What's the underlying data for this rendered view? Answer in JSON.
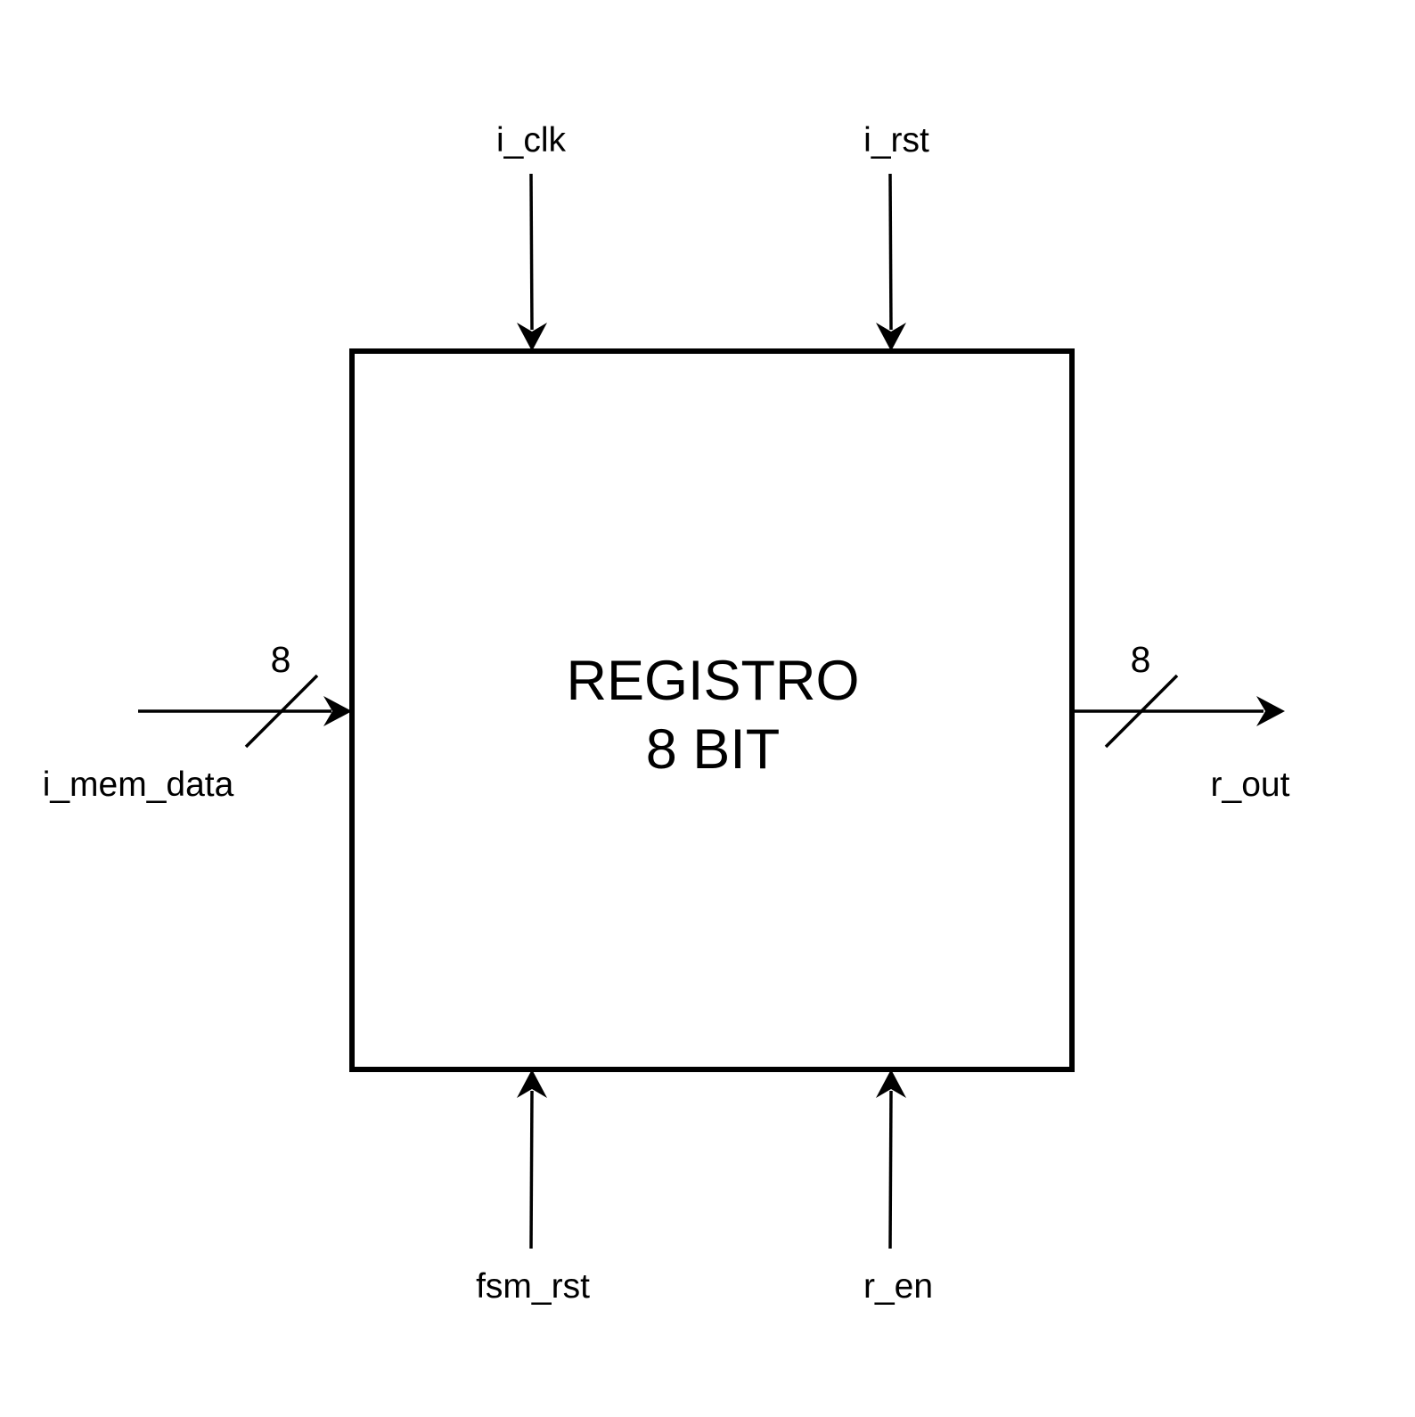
{
  "block": {
    "title_line1": "REGISTRO",
    "title_line2": "8 BIT"
  },
  "inputs": {
    "clock": "i_clk",
    "reset": "i_rst",
    "data": "i_mem_data",
    "data_width": "8",
    "fsm_reset": "fsm_rst",
    "enable": "r_en"
  },
  "outputs": {
    "data": "r_out",
    "data_width": "8"
  },
  "colors": {
    "stroke": "#000000",
    "background": "#ffffff"
  }
}
